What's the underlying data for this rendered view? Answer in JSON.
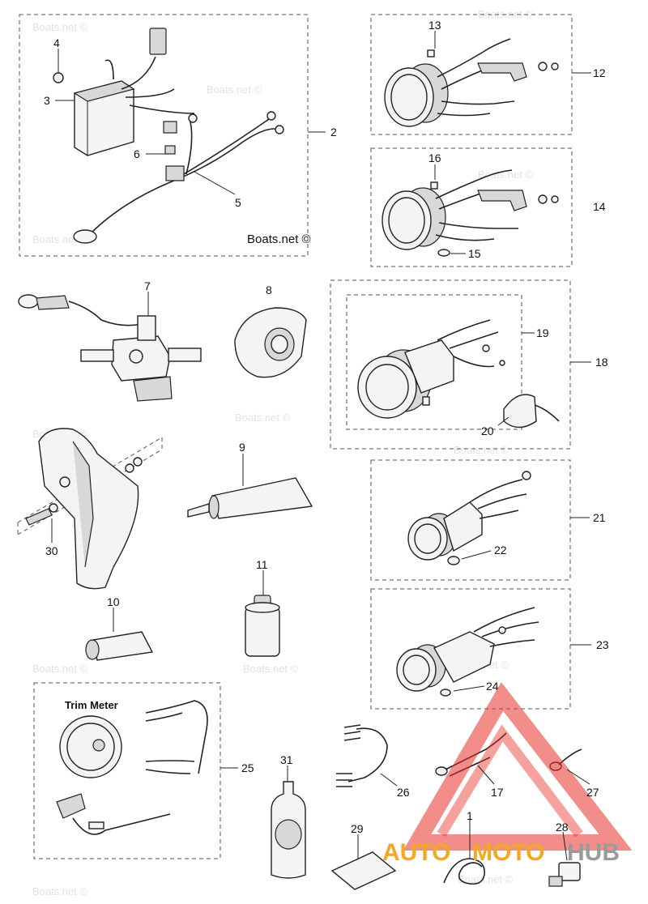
{
  "watermark": "Boats.net ©",
  "watermark_main": "Boats.net ©",
  "trim_meter_label": "Trim Meter",
  "logo": {
    "left": "AUTO",
    "mid": "MOTO",
    "right": "HUB",
    "color_red": "#e8302a",
    "color_orange": "#f5a623",
    "color_gray": "#9a9a9a"
  },
  "callouts": {
    "c1": "1",
    "c2": "2",
    "c3": "3",
    "c4": "4",
    "c5": "5",
    "c6": "6",
    "c7": "7",
    "c8": "8",
    "c9": "9",
    "c10": "10",
    "c11": "11",
    "c12": "12",
    "c13": "13",
    "c14": "14",
    "c15": "15",
    "c16": "16",
    "c17": "17",
    "c18": "18",
    "c19": "19",
    "c20": "20",
    "c21": "21",
    "c22": "22",
    "c23": "23",
    "c24": "24",
    "c25": "25",
    "c26": "26",
    "c27": "27",
    "c28": "28",
    "c29": "29",
    "c30": "30",
    "c31": "31"
  }
}
